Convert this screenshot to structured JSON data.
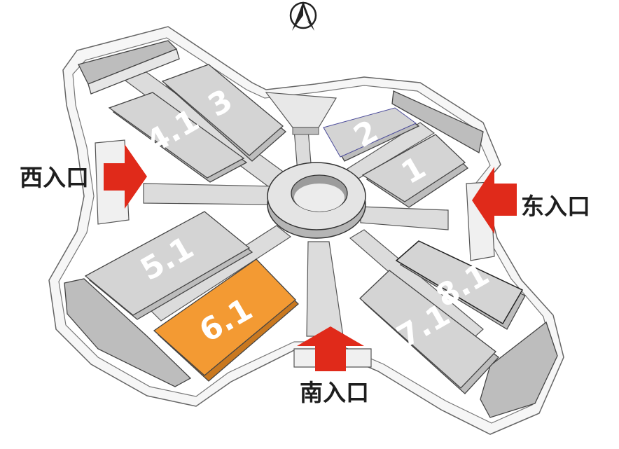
{
  "map": {
    "north_arrow": "north-arrow-icon",
    "highlighted_hall": "6.1",
    "colors": {
      "hall_fill": "#d4d4d4",
      "hall_top": "#e4e4e4",
      "highlight_fill": "#f39a33",
      "walkway": "#dcdcdc",
      "outline": "#444444",
      "arrow": "#e02a1a",
      "text_dark": "#1e1e1e"
    },
    "halls": [
      {
        "id": "3",
        "label": "3"
      },
      {
        "id": "4.1",
        "label": "4.1"
      },
      {
        "id": "2",
        "label": "2"
      },
      {
        "id": "1",
        "label": "1"
      },
      {
        "id": "5.1",
        "label": "5.1"
      },
      {
        "id": "6.1",
        "label": "6.1"
      },
      {
        "id": "8.1",
        "label": "8.1"
      },
      {
        "id": "7.1",
        "label": "7.1"
      }
    ],
    "entrances": {
      "west": "西入口",
      "east": "东入口",
      "south": "南入口"
    }
  }
}
